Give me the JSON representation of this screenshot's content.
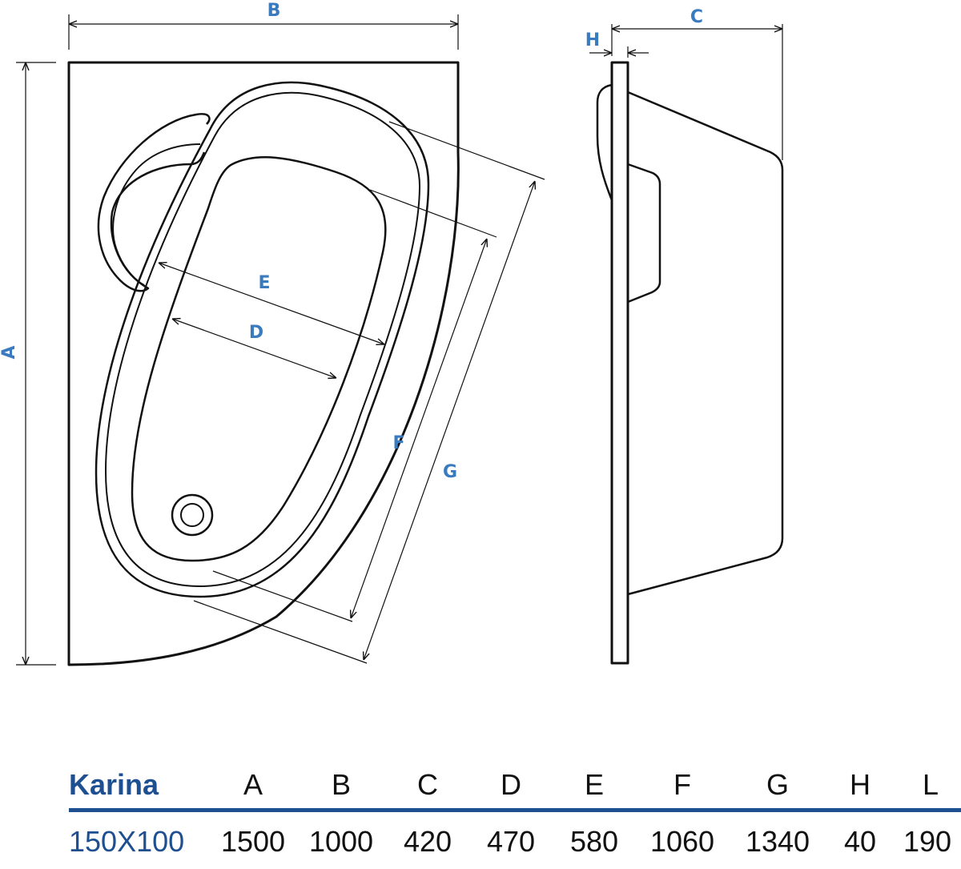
{
  "colors": {
    "label": "#3a7bbf",
    "brand": "#1d4f91",
    "line": "#111111"
  },
  "drawing": {
    "labels": {
      "A": "A",
      "B": "B",
      "C": "C",
      "D": "D",
      "E": "E",
      "F": "F",
      "G": "G",
      "H": "H"
    }
  },
  "table": {
    "model": "Karina",
    "columns": [
      "A",
      "B",
      "C",
      "D",
      "E",
      "F",
      "G",
      "H",
      "L"
    ],
    "variant": "150X100",
    "values": [
      "1500",
      "1000",
      "420",
      "470",
      "580",
      "1060",
      "1340",
      "40",
      "190"
    ]
  }
}
